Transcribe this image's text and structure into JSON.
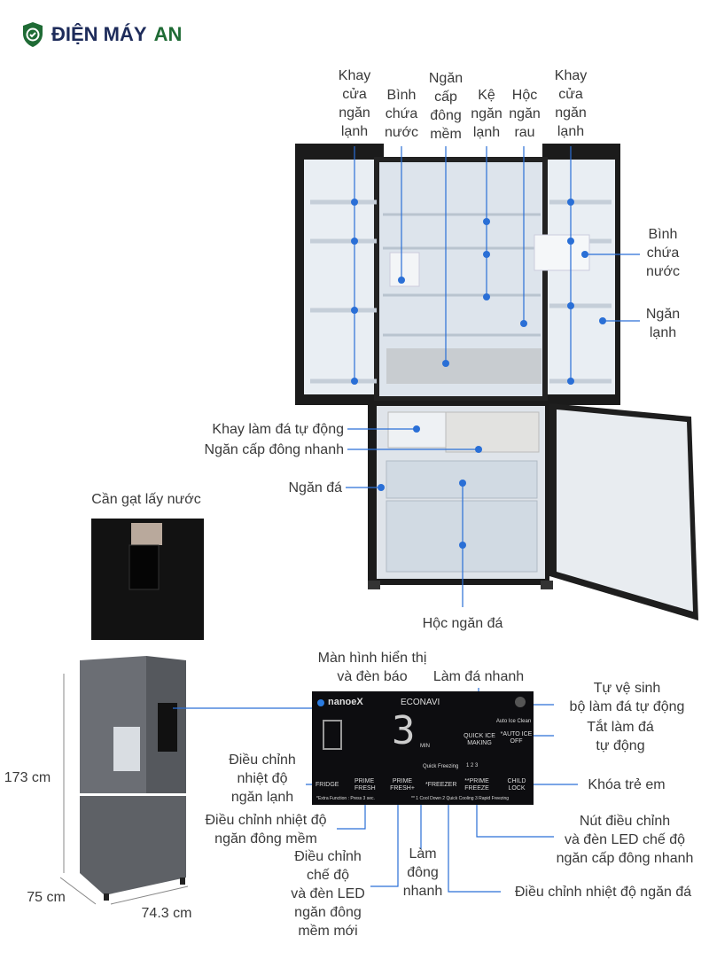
{
  "brand": {
    "name_part1": "ĐIỆN MÁY",
    "name_part2": "AN",
    "colors": {
      "green": "#1f6b35",
      "navy": "#1d2b5a",
      "callout": "#2a6fd6"
    }
  },
  "top_labels": {
    "door_tray_left": "Khay\ncửa\nngăn\nlạnh",
    "water_tank": "Bình\nchứa\nnước",
    "soft_freeze": "Ngăn\ncấp\nđông\nmềm",
    "shelf": "Kệ\nngăn\nlạnh",
    "crisper": "Hộc\nngăn\nrau",
    "door_tray_right": "Khay\ncửa\nngăn\nlạnh"
  },
  "side_labels": {
    "water_tank_right": "Bình\nchứa\nnước",
    "fridge_compartment": "Ngăn\nlạnh",
    "auto_ice": "Khay làm đá tự động",
    "quick_freeze": "Ngăn cấp đông nhanh",
    "freezer": "Ngăn đá",
    "freezer_drawer": "Hộc ngăn đá",
    "dispenser_lever": "Cần gạt lấy nước"
  },
  "dimensions": {
    "height": "173 cm",
    "depth": "75 cm",
    "width": "74.3 cm"
  },
  "panel": {
    "nanoe": "nanoeX",
    "econavi": "ECONAVI",
    "digit": "3",
    "digit_unit": "MIN",
    "auto_ice_clean": "Auto Ice Clean",
    "quick_ice": "QUICK ICE\nMAKING",
    "auto_ice_off": "*AUTO ICE\nOFF",
    "quick_freezing": "Quick Freezing",
    "levels": "1   2   3",
    "fridge": "FRIDGE",
    "prime_fresh": "PRIME\nFRESH",
    "prime_fresh_plus": "PRIME\nFRESH+",
    "freezer": "*FREEZER",
    "prime_freeze": "**PRIME\nFREEZE",
    "child_lock": "CHILD\nLOCK",
    "note1": "*Extra Function : Press 3 sec.",
    "note2": "** 1  Cool Down   2  Quick Cooling   3  Rapid Freezing"
  },
  "panel_labels": {
    "display": "Màn hình hiển thị\nvà đèn báo",
    "quick_ice": "Làm đá nhanh",
    "self_clean": "Tự vệ sinh\nbộ làm đá tự động",
    "auto_ice_off": "Tắt làm đá\ntự động",
    "child_lock": "Khóa trẻ em",
    "prime_freeze": "Nút điều chỉnh\nvà đèn LED chế độ\nngăn cấp đông nhanh",
    "freezer_temp": "Điều chỉnh nhiệt độ ngăn đá",
    "quick_freezing": "Làm\nđông\nnhanh",
    "prime_fresh_plus": "Điều chỉnh\nchế độ\nvà đèn LED\nngăn đông\nmềm mới",
    "prime_fresh": "Điều chỉnh nhiệt độ\nngăn đông mềm",
    "fridge_temp": "Điều chỉnh\nnhiệt độ\nngăn lạnh"
  }
}
